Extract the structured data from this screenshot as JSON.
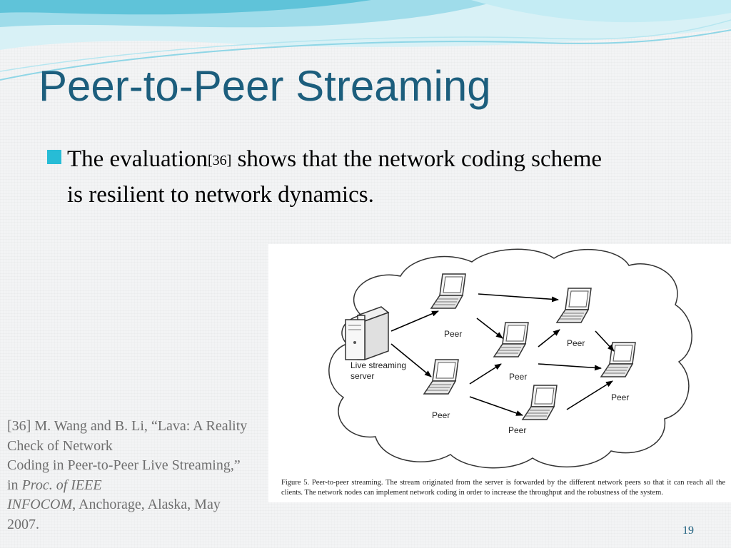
{
  "slide": {
    "title": "Peer-to-Peer Streaming",
    "bullet": {
      "pre": "The evaluation",
      "citation": "[36]",
      "post": " shows that the network coding scheme is resilient to network dynamics."
    },
    "reference_lines": [
      "[36] M. Wang and B. Li, “Lava: A Reality",
      "Check of Network",
      "Coding in Peer-to-Peer Live Streaming,”",
      "in Proc. of IEEE",
      "INFOCOM, Anchorage, Alaska, May",
      "2007."
    ],
    "page_number": "19"
  },
  "figure": {
    "server_label_line1": "Live streaming",
    "server_label_line2": "server",
    "peer_label": "Peer",
    "caption": "Figure 5.   Peer-to-peer streaming. The stream originated from the server is forwarded by the different network peers so that it can reach all the clients. The network nodes can implement network coding in order to increase the throughput and the robustness of the system."
  },
  "colors": {
    "title": "#1c5e7d",
    "bullet_marker": "#27bcd6",
    "swoosh_light": "#b9e6ef",
    "swoosh_mid": "#7fd0e3",
    "reference_text": "#6f6f6f"
  }
}
